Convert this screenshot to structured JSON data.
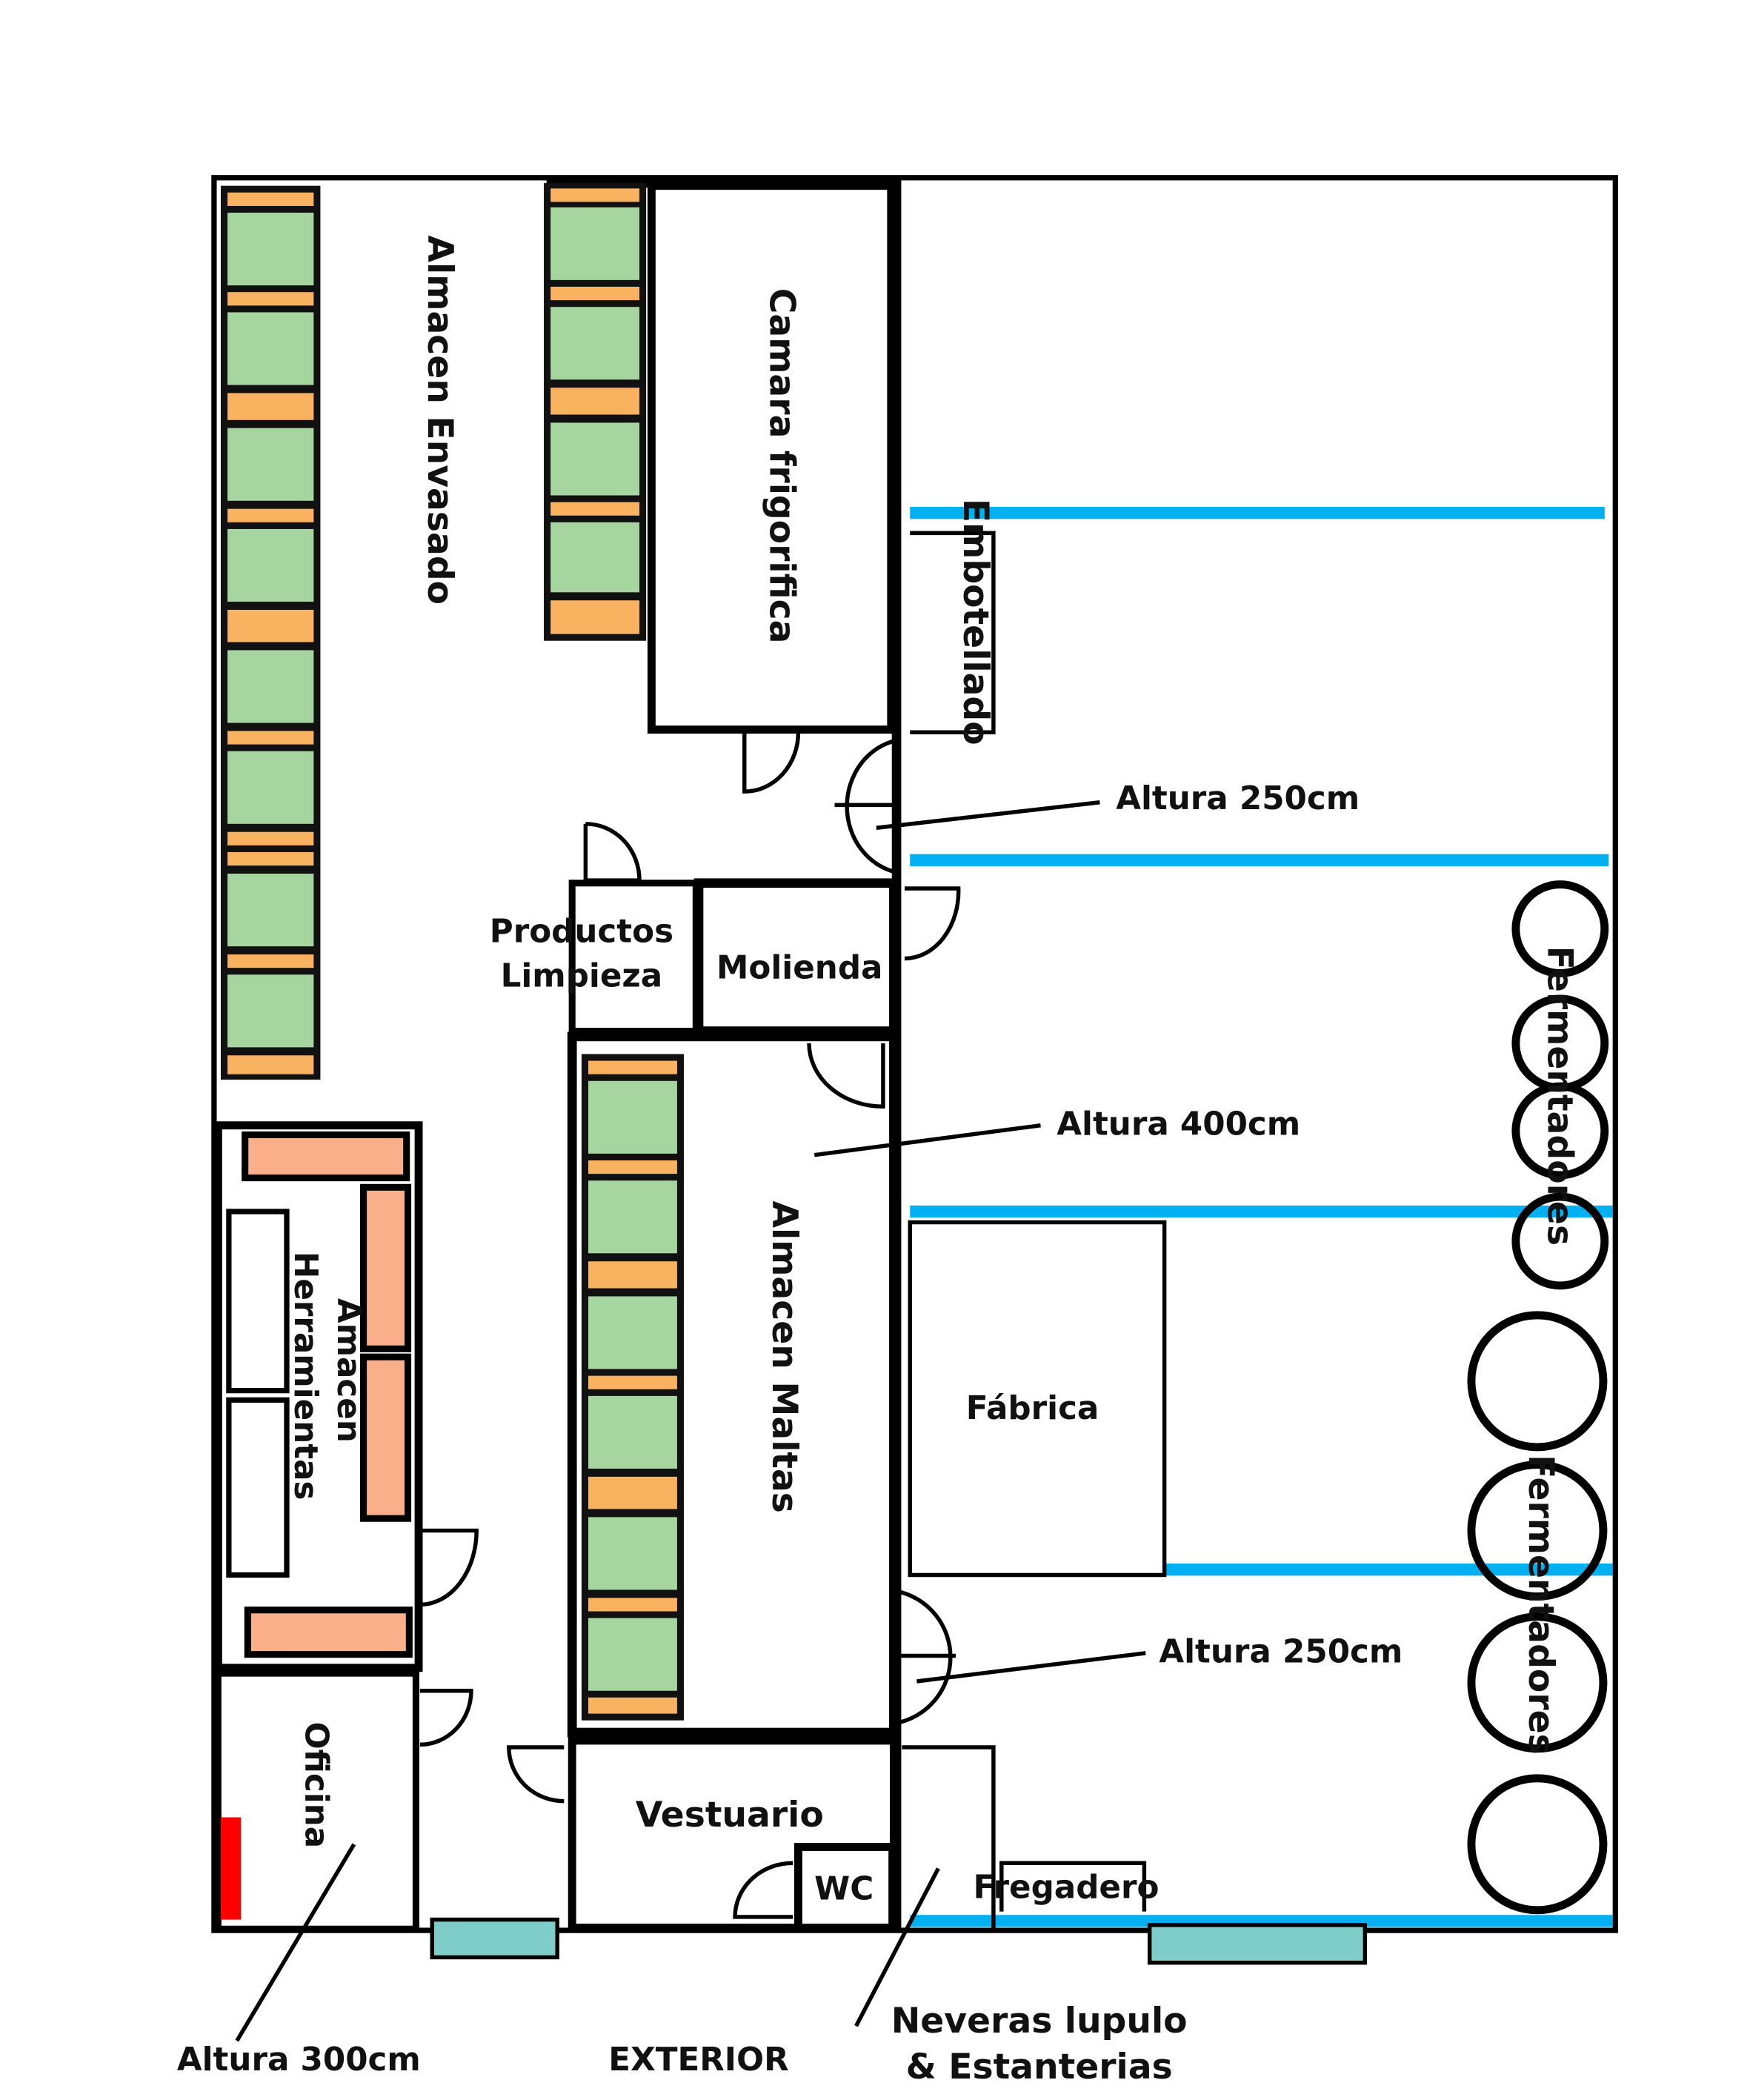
{
  "rooms": {
    "almacen_envasado": "Almacen Envasado",
    "camara_frigorifica": "Camara frigorifica",
    "embotellado": "Embotellado",
    "productos_limpieza_line1": "Productos",
    "productos_limpieza_line2": "Limpieza",
    "molienda": "Molienda",
    "almacen_maltas": "Almacen Maltas",
    "almacen_herramientas_line1": "Amacen",
    "almacen_herramientas_line2": "Herramientas",
    "fabrica": "Fábrica",
    "oficina": "Oficina",
    "vestuario": "Vestuario",
    "wc": "WC",
    "fregadero": "Fregadero",
    "fermentadores_top": "Fermentadores",
    "fermentadores_bottom": "Fermentadores"
  },
  "annotations": {
    "altura_top": "Altura 250cm",
    "altura_middle": "Altura 400cm",
    "altura_lower": "Altura 250cm",
    "altura_office": "Altura 300cm",
    "exterior": "EXTERIOR",
    "neveras_line1": "Neveras lupulo",
    "neveras_line2": "& Estanterias"
  },
  "colors": {
    "wall": "#000000",
    "pallet_green": "#a6d5a0",
    "pallet_orange": "#f9b25f",
    "shelf_salmon": "#f9b08a",
    "blue_line": "#00b0f0",
    "window_teal": "#7ecdc8",
    "red_marker": "#ff0000"
  }
}
